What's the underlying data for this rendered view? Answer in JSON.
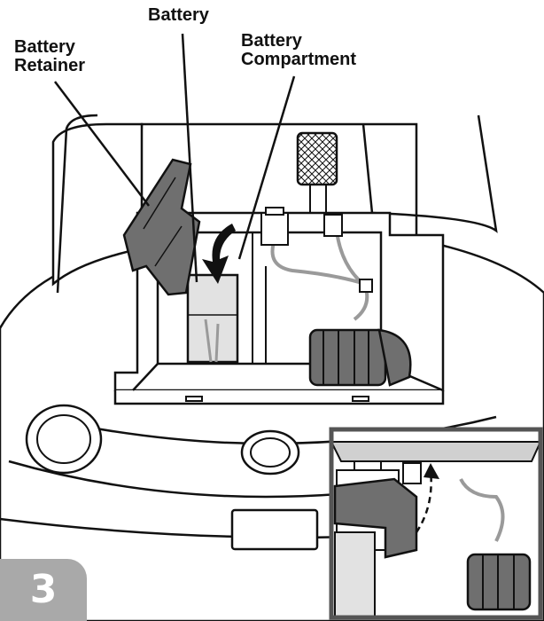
{
  "labels": {
    "battery": "Battery",
    "battery_retainer_line1": "Battery",
    "battery_retainer_line2": "Retainer",
    "battery_compartment_line1": "Battery",
    "battery_compartment_line2": "Compartment"
  },
  "step": {
    "number": "3"
  },
  "colors": {
    "outline": "#111111",
    "retainer": "#6f6f6f",
    "battery_fill": "#e2e2e2",
    "wire": "#9a9a9a",
    "badge": "#a9a9a9",
    "inset_border": "#555555"
  }
}
